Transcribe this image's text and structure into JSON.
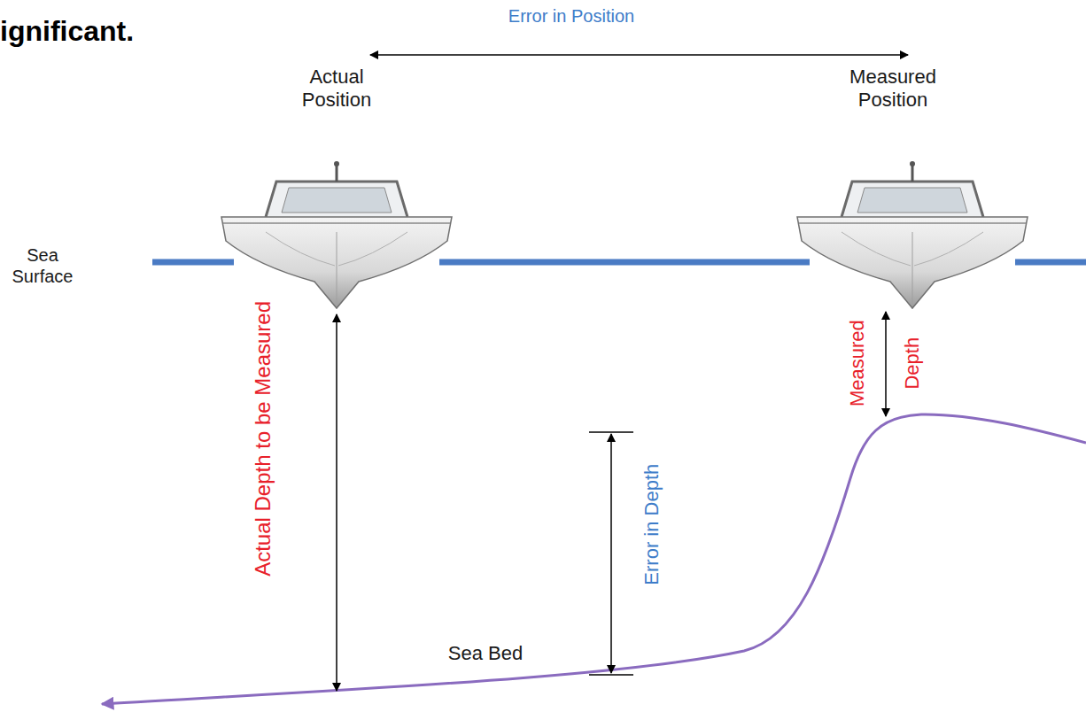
{
  "diagram": {
    "labels": [
      "ignificant.",
      "Error in Position",
      "Actual Position",
      "Measured Position",
      "Sea Surface",
      "Actual Depth to be Measured",
      "Measured",
      "Depth",
      "Error in Depth",
      "Sea Bed"
    ]
  }
}
